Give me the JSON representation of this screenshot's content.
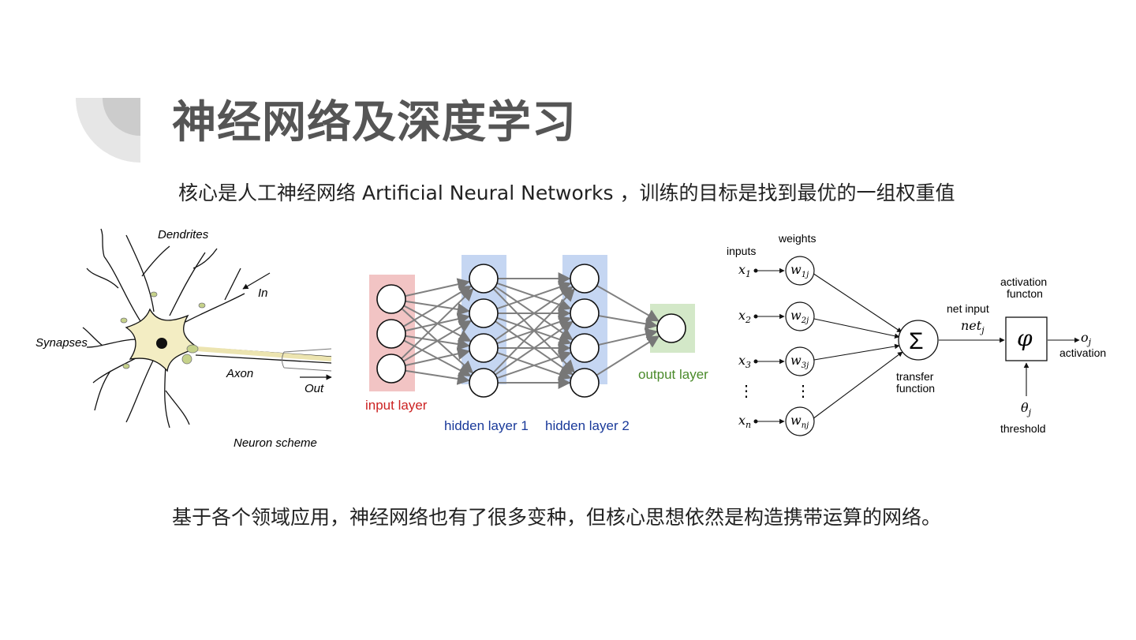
{
  "title": "神经网络及深度学习",
  "intro": "核心是人工神经网络 Artificial Neural Networks ，训练的目标是找到最优的一组权重值",
  "footer": "基于各个领域应用，神经网络也有了很多变种，但核心思想依然是构造携带运算的网络。",
  "neuron_figure": {
    "dendrites": "Dendrites",
    "in": "In",
    "synapses": "Synapses",
    "axon": "Axon",
    "out": "Out",
    "caption": "Neuron  scheme"
  },
  "network_figure": {
    "input_layer": "input layer",
    "hidden_layer_1": "hidden layer 1",
    "hidden_layer_2": "hidden layer 2",
    "output_layer": "output layer",
    "colors": {
      "input": "#f2c4c4",
      "hidden": "#c5d6f2",
      "output": "#d3e8c8",
      "input_text": "#cc2222",
      "hidden_text": "#1a3a9a",
      "output_text": "#4a8a2a"
    }
  },
  "perceptron_figure": {
    "weights": "weights",
    "inputs": "inputs",
    "x1": "x",
    "x1_sub": "1",
    "x2": "x",
    "x2_sub": "2",
    "x3": "x",
    "x3_sub": "3",
    "xn": "x",
    "xn_sub": "n",
    "w1": "w",
    "w1_sub": "1j",
    "w2": "w",
    "w2_sub": "2j",
    "w3": "w",
    "w3_sub": "3j",
    "wn": "w",
    "wn_sub": "nj",
    "dots": "⋮",
    "sum": "Σ",
    "transfer_1": "transfer",
    "transfer_2": "function",
    "net_input": "net input",
    "net": "net",
    "net_sub": "j",
    "activation_fn_1": "activation",
    "activation_fn_2": "functon",
    "phi": "φ",
    "o": "o",
    "o_sub": "j",
    "activation": "activation",
    "theta": "θ",
    "theta_sub": "j",
    "threshold": "threshold"
  }
}
